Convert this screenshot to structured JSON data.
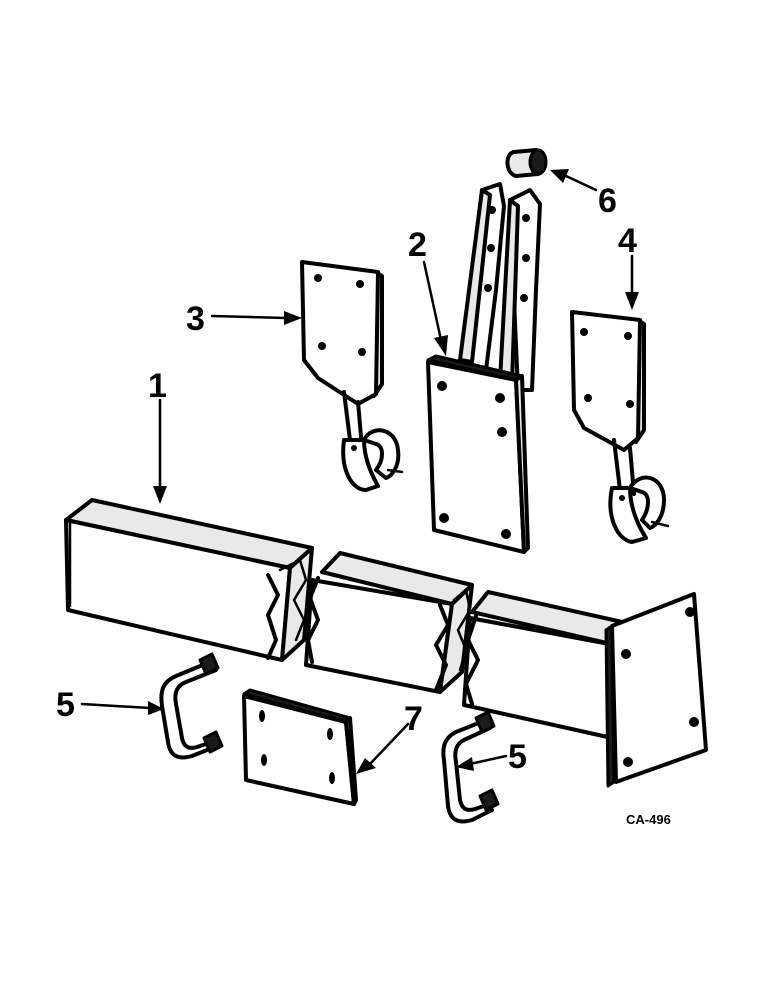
{
  "callouts": [
    {
      "id": "1",
      "label": "1"
    },
    {
      "id": "2",
      "label": "2"
    },
    {
      "id": "3",
      "label": "3"
    },
    {
      "id": "4",
      "label": "4"
    },
    {
      "id": "5a",
      "label": "5"
    },
    {
      "id": "5b",
      "label": "5"
    },
    {
      "id": "6",
      "label": "6"
    },
    {
      "id": "7",
      "label": "7"
    }
  ],
  "drawing_code": "CA-496",
  "colors": {
    "ink": "#000000",
    "paper": "#ffffff"
  }
}
